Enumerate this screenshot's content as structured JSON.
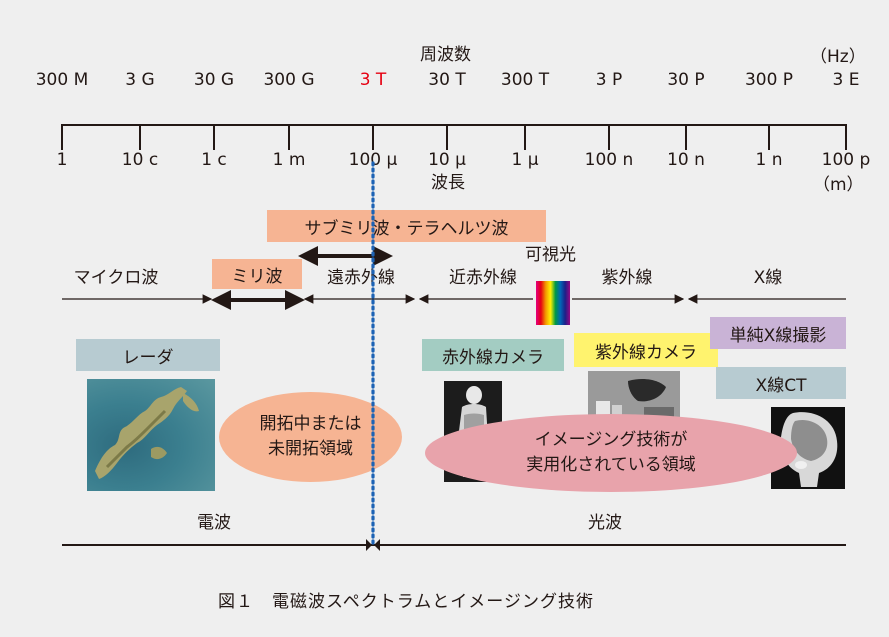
{
  "axis": {
    "freq_title": "周波数",
    "freq_unit": "（Hz）",
    "wave_title": "波長",
    "wave_unit": "（m）",
    "freq_labels": [
      "300 M",
      "3 G",
      "30 G",
      "300 G",
      "3 T",
      "30 T",
      "300 T",
      "3 P",
      "30 P",
      "300 P",
      "3 E"
    ],
    "wave_labels": [
      "1",
      "10 c",
      "1 c",
      "1 m",
      "100 μ",
      "10 μ",
      "1 μ",
      "100 n",
      "10 n",
      "1 n",
      "100 p"
    ],
    "highlight_color": "#e60012"
  },
  "bands": {
    "submm_label": "サブミリ波・テラヘルツ波",
    "microwave": "マイクロ波",
    "mm_wave": "ミリ波",
    "far_ir": "遠赤外線",
    "near_ir": "近赤外線",
    "visible": "可視光",
    "uv": "紫外線",
    "xray": "X線"
  },
  "imaging": {
    "radar": "レーダ",
    "ir_camera": "赤外線カメラ",
    "uv_camera": "紫外線カメラ",
    "xray_simple": "単純X線撮影",
    "xray_ct": "X線CT",
    "undeveloped_line1": "開拓中または",
    "undeveloped_line2": "未開拓領域",
    "practical_line1": "イメージング技術が",
    "practical_line2": "実用化されている領域"
  },
  "bottom": {
    "radio": "電波",
    "lightwave": "光波"
  },
  "caption": "図１　電磁波スペクトラムとイメージング技術",
  "colors": {
    "background": "#efefef",
    "salmon": "#f6b493",
    "teal_box": "#a3ccc2",
    "grey_blue_box": "#b7cbd1",
    "yellow_box": "#fff36e",
    "purple_box": "#c9b3d6",
    "pink_ellipse": "#e8a3ab",
    "dotted_line": "#1d63b5"
  }
}
